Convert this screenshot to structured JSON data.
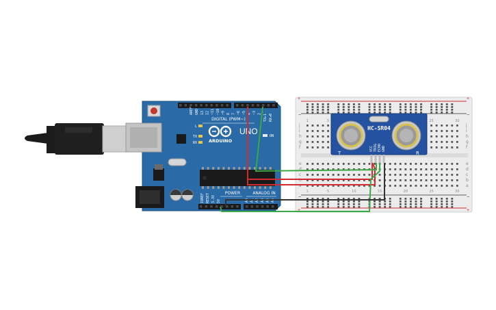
{
  "arduino": {
    "logo_text": "ARDUINO",
    "model": "UNO",
    "digital_header": "DIGITAL (PWM~)",
    "power_header": "POWER",
    "analog_header": "ANALOG IN",
    "aref": "AREF",
    "gnd": "GND",
    "on_label": "ON",
    "led_l": "L",
    "led_tx": "TX",
    "led_rx": "RX",
    "tx_pin": "TX▸1",
    "rx_pin": "RX◂0",
    "ioref": "IOREF",
    "reset": "RESET",
    "v33": "3.3V",
    "v5": "5V",
    "digital_pins": [
      "13",
      "12",
      "~11",
      "~10",
      "~9",
      "8",
      "7",
      "~6",
      "~5",
      "4",
      "~3",
      "2"
    ],
    "analog_pins": [
      "A0",
      "A1",
      "A2",
      "A3",
      "A4",
      "A5"
    ]
  },
  "sensor": {
    "name": "HC-SR04",
    "pins": [
      "VCC",
      "TRIG",
      "ECHO",
      "GND"
    ],
    "tx_mark": "T",
    "rx_mark": "R"
  },
  "breadboard": {
    "row_letters_top": [
      "j",
      "i",
      "h",
      "g",
      "f"
    ],
    "row_letters_bottom": [
      "e",
      "d",
      "c",
      "b",
      "a"
    ],
    "column_numbers": [
      "1",
      "5",
      "10",
      "15",
      "20",
      "25",
      "30"
    ],
    "rail_plus": "+",
    "rail_minus": "−"
  },
  "colors": {
    "board": "#2a6aa6",
    "board_dark": "#1d4f80",
    "sensor_board": "#2452a0",
    "wire_red": "#d42a2a",
    "wire_green": "#3aa845",
    "wire_black": "#333333",
    "breadboard": "#ececec"
  }
}
